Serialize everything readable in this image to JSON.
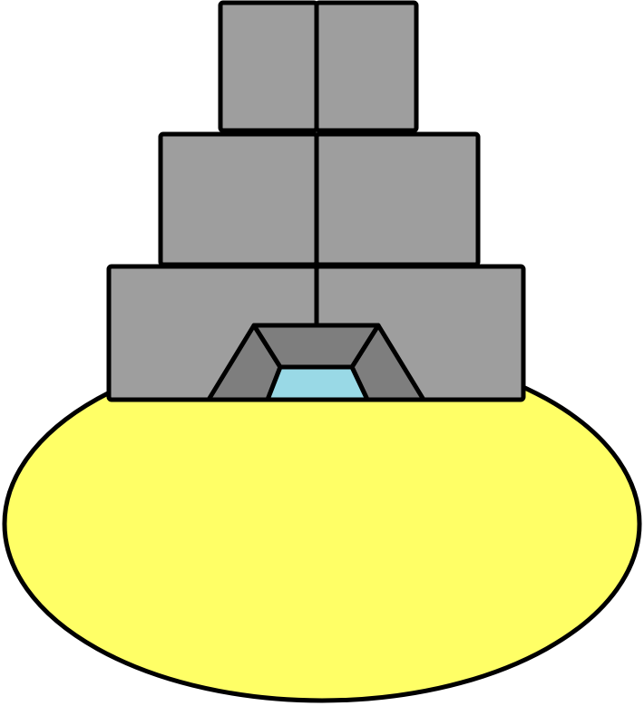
{
  "scene": {
    "subject": "stone-building-on-yellow-ellipse",
    "colors": {
      "background": "#ffffff",
      "ground": "#ffff66",
      "stone": "#9e9e9e",
      "recess": "#7e7e7e",
      "opening": "#99d9e6",
      "outline": "#000000"
    },
    "tiers": [
      {
        "name": "top",
        "blocks": 2
      },
      {
        "name": "middle",
        "blocks": 2
      },
      {
        "name": "bottom",
        "blocks": 2
      }
    ]
  }
}
